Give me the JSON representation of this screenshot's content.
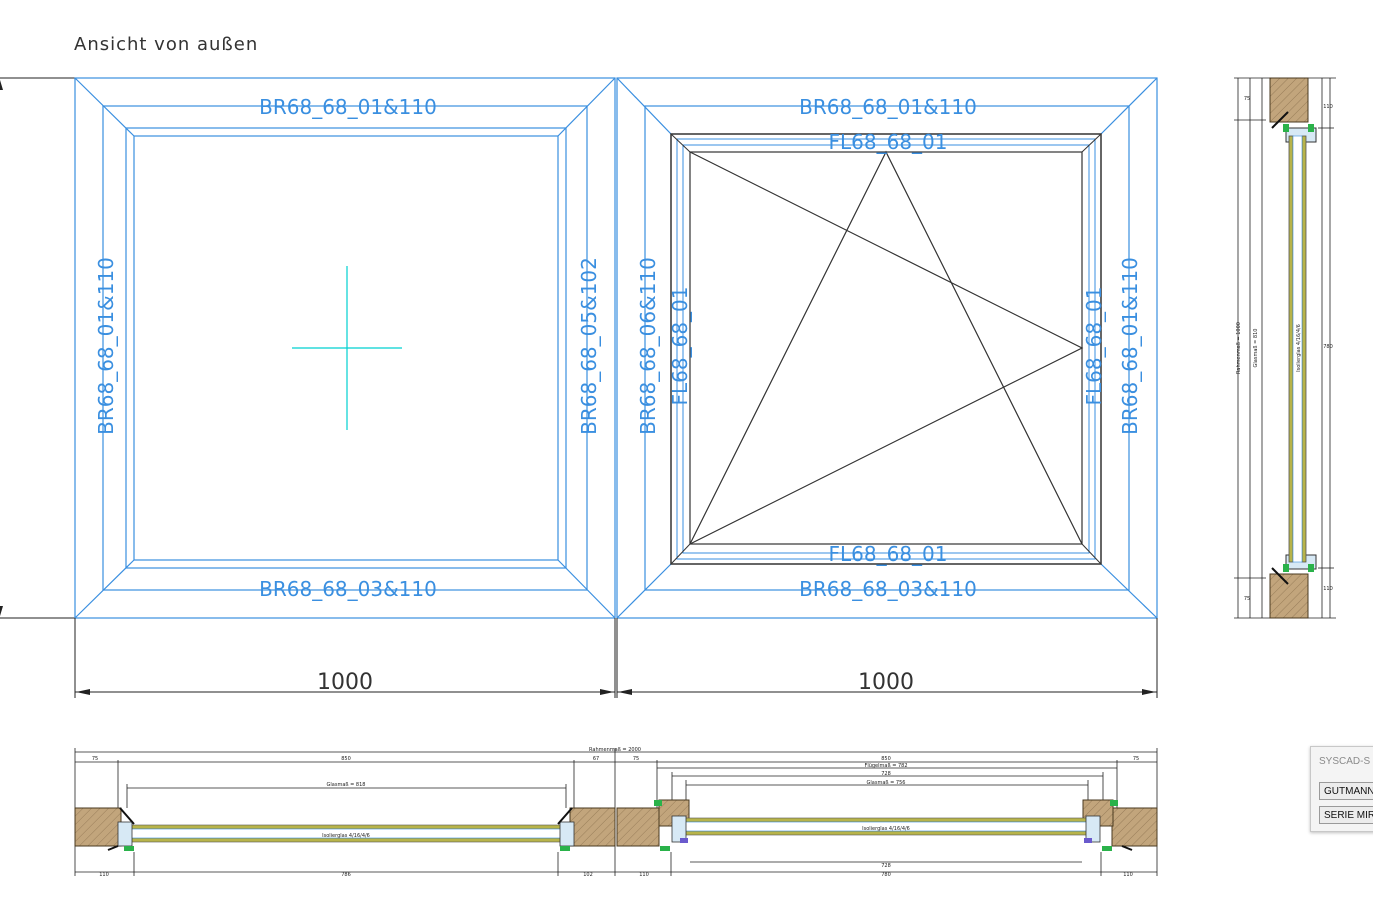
{
  "view": {
    "title": "Ansicht von außen",
    "left_window": {
      "top_label": "BR68_68_01&110",
      "bottom_label": "BR68_68_03&110",
      "left_label": "BR68_68_01&110",
      "right_label": "BR68_68_05&102",
      "width_dim": "1000"
    },
    "right_window": {
      "top_label": "BR68_68_01&110",
      "bottom_label": "BR68_68_03&110",
      "left_label": "BR68_68_06&110",
      "right_label": "BR68_68_01&110",
      "sash_top_label": "FL68_68_01",
      "sash_bottom_label": "FL68_68_01",
      "sash_left_label": "FL68_68_01",
      "sash_right_label": "FL68_68_01",
      "width_dim": "1000"
    },
    "side_section": {
      "dims_left": [
        "75",
        "Rahmenmaß = 1000",
        "Glasmaß = 810",
        "75"
      ],
      "dims_right": [
        "110",
        "780",
        "110"
      ],
      "glass_label": "Isolierglas 4/16/4/6"
    },
    "bottom_section": {
      "frame_total": "Rahmenmaß = 2000",
      "top_dims": [
        "75",
        "850",
        "67",
        "75",
        "850",
        "75"
      ],
      "sash_dims": [
        "Flügelmaß = 782",
        "728",
        "Glasmaß = 756"
      ],
      "glass_dim_left": "Glasmaß = 818",
      "bottom_dims": [
        "110",
        "786",
        "102",
        "110",
        "780",
        "110"
      ],
      "lower_sash_dim": "728",
      "glass_label_left": "Isolierglas 4/16/4/6",
      "glass_label_right": "Isolierglas 4/16/4/6"
    }
  },
  "panel": {
    "title": "SYSCAD-S",
    "button1": "GUTMANN",
    "button2": "SERIE MIR"
  },
  "colors": {
    "frame_line": "#3a8fe0",
    "dim_line": "#222222",
    "wood": "#b89a70",
    "glass": "#b8b44a",
    "cross": "#00d0d0"
  }
}
